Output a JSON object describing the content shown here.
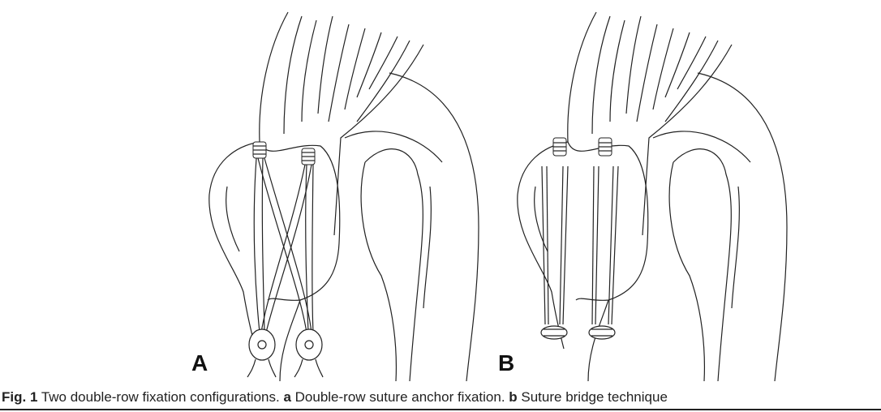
{
  "figure": {
    "panels": [
      {
        "label": "A"
      },
      {
        "label": "B"
      }
    ],
    "caption": {
      "fig_label": "Fig. 1",
      "text": " Two double-row fixation configurations. ",
      "a_label": "a",
      "a_text": " Double-row suture anchor fixation. ",
      "b_label": "b",
      "b_text": " Suture bridge technique"
    }
  }
}
